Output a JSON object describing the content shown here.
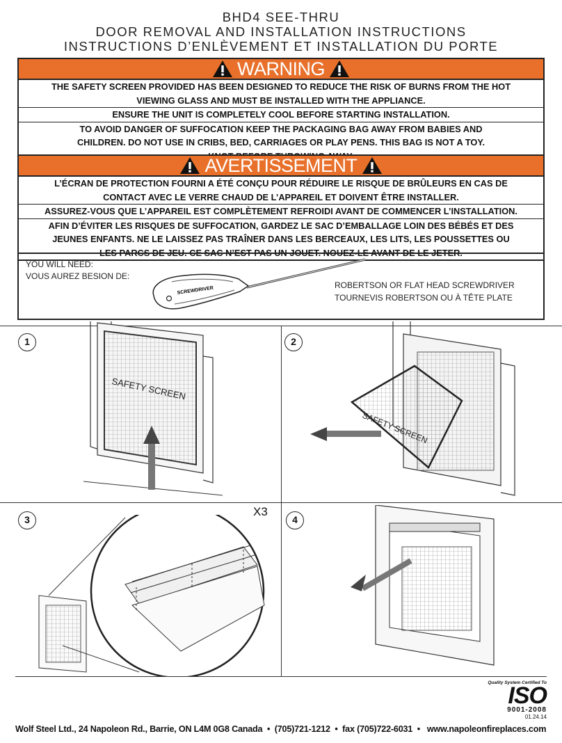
{
  "titles": {
    "line1": "BHD4 SEE-THRU",
    "line2": "DOOR REMOVAL AND INSTALLATION INSTRUCTIONS",
    "line3": "INSTRUCTIONS D’ENLÈVEMENT ET INSTALLATION DU PORTE"
  },
  "warning_en": {
    "heading": "WARNING",
    "rows": [
      "THE SAFETY SCREEN PROVIDED HAS BEEN DESIGNED TO REDUCE THE RISK OF BURNS FROM THE HOT\nVIEWING GLASS AND MUST BE INSTALLED WITH THE APPLIANCE.",
      "ENSURE THE UNIT IS COMPLETELY COOL BEFORE STARTING INSTALLATION.",
      "TO AVOID DANGER OF SUFFOCATION KEEP THE PACKAGING BAG AWAY FROM BABIES AND\nCHILDREN. DO NOT USE IN CRIBS, BED, CARRIAGES OR PLAY PENS. THIS BAG IS NOT A TOY.\nKNOT BEFORE THROWING AWAY."
    ]
  },
  "warning_fr": {
    "heading": "AVERTISSEMENT",
    "rows": [
      "L’ÉCRAN DE PROTECTION FOURNI A ÉTÉ CONÇU POUR RÉDUIRE LE RISQUE DE BRÛLEURS EN CAS DE\nCONTACT AVEC LE VERRE CHAUD DE L’APPAREIL ET DOIVENT ÊTRE INSTALLER.",
      "ASSUREZ-VOUS QUE L’APPAREIL EST COMPLÈTEMENT REFROIDI AVANT DE COMMENCER L’INSTALLATION.",
      "AFIN D’ÉVITER LES RISQUES DE SUFFOCATION, GARDEZ LE SAC D’EMBALLAGE LOIN DES BÉBÉS ET DES\nJEUNES ENFANTS. NE LE LAISSEZ PAS TRAÎNER DANS LES BERCEAUX, LES LITS, LES POUSSETTES OU\nLES PARCS DE JEU. CE SAC N’EST PAS UN JOUET. NOUEZ-LE AVANT DE LE JETER."
    ]
  },
  "tools": {
    "need_en": "YOU WILL NEED:",
    "need_fr": "VOUS AUREZ BESION DE:",
    "tool_en": "ROBERTSON OR FLAT HEAD SCREWDRIVER",
    "tool_fr": "TOURNEVIS ROBERTSON OU À TÊTE PLATE",
    "handle_text": "SCREWDRIVER"
  },
  "steps": [
    {
      "number": "1",
      "label": "SAFETY SCREEN"
    },
    {
      "number": "2",
      "label": "SAFETY SCREEN"
    },
    {
      "number": "3",
      "label": "X3"
    },
    {
      "number": "4",
      "label": ""
    }
  ],
  "footer": {
    "text": "Wolf Steel Ltd., 24 Napoleon Rd., Barrie, ON L4M 0G8 Canada  •  (705)721-1212  •  fax (705)722-6031  •   www.napoleonfireplaces.com",
    "iso_tag": "Quality System Certified To",
    "iso_logo": "ISO",
    "iso_number": "9001-2008",
    "date": "01.24.14"
  },
  "colors": {
    "warning_orange": "#e8702a"
  }
}
